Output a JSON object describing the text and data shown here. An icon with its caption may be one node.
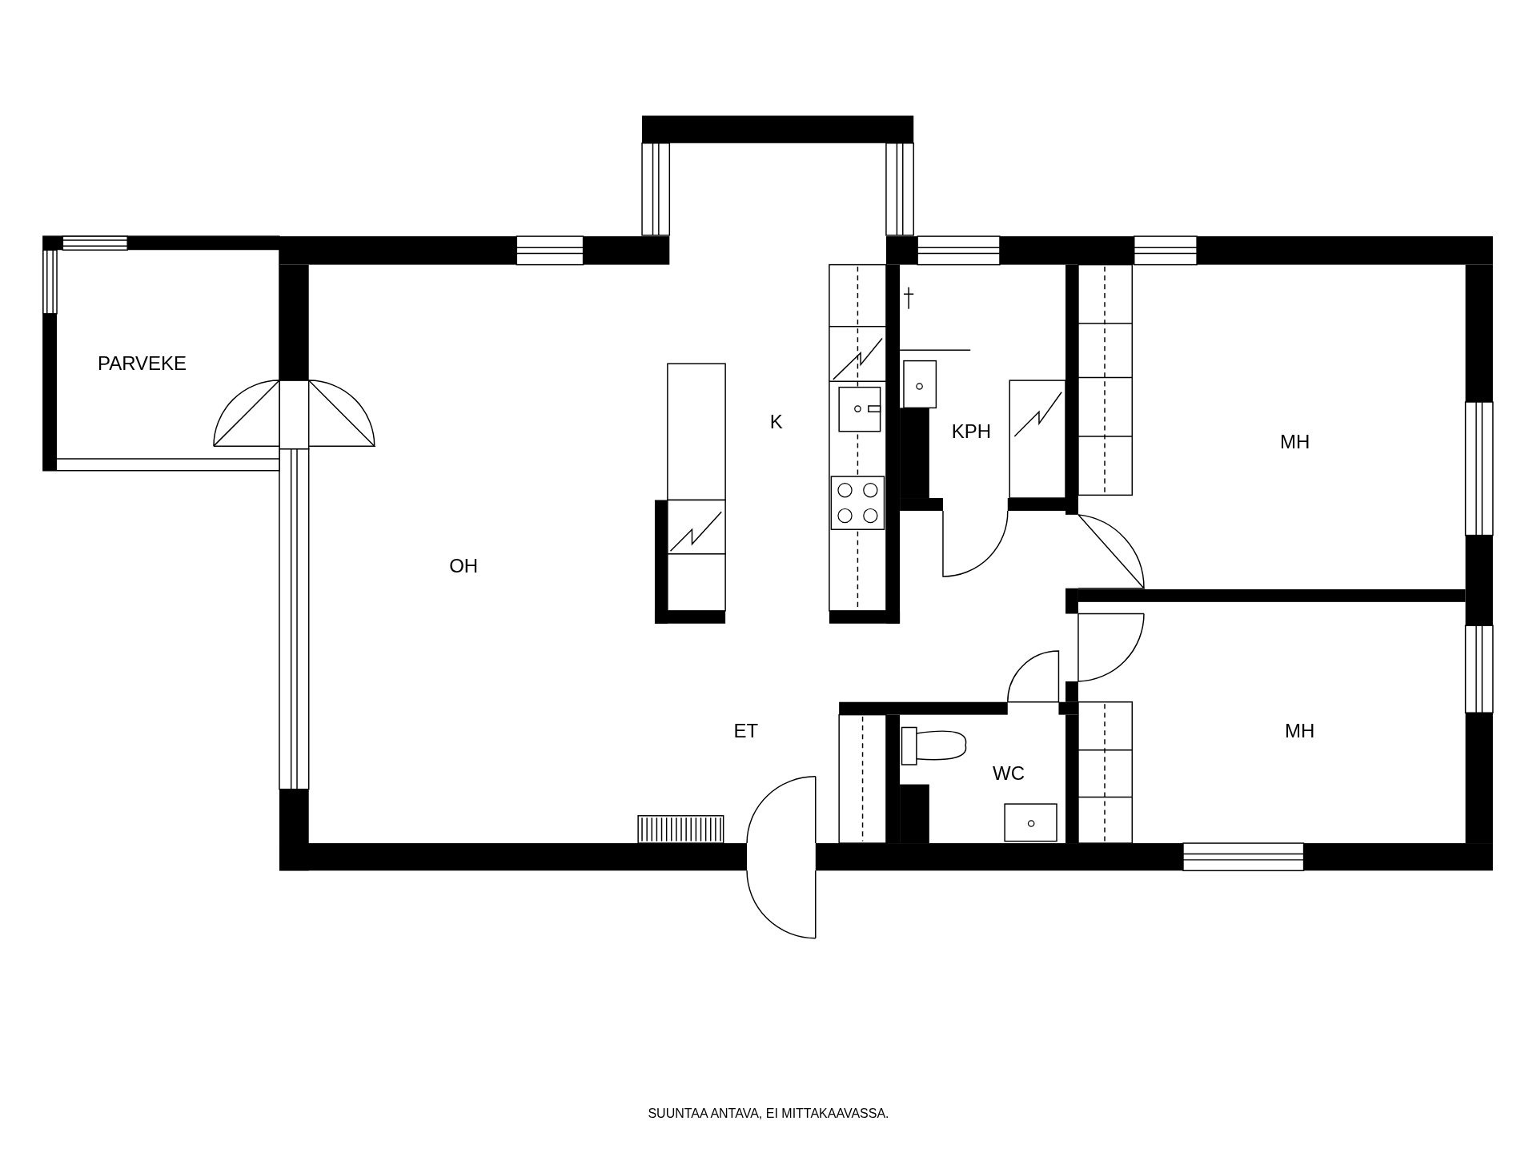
{
  "diagram": {
    "caption": "SUUNTAA ANTAVA, EI MITTAKAAVASSA.",
    "labels": [
      "PARVEKE",
      "K",
      "KPH",
      "MH",
      "OH",
      "ET",
      "WC",
      "MH"
    ]
  }
}
